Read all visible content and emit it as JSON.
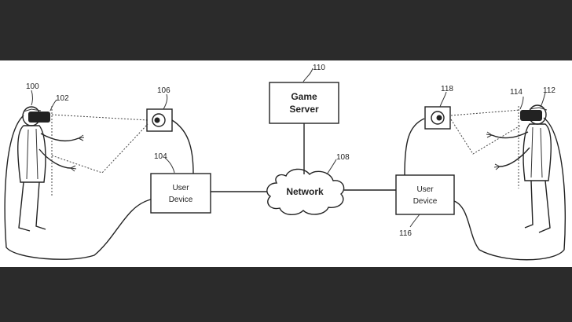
{
  "refs": {
    "user_left": "100",
    "hmd_left": "102",
    "user_device_left": "104",
    "camera_left": "106",
    "network": "108",
    "game_server": "110",
    "user_right": "112",
    "hmd_right": "114",
    "user_device_right": "116",
    "camera_right": "118"
  },
  "boxes": {
    "user_device_left": {
      "line1": "User",
      "line2": "Device"
    },
    "user_device_right": {
      "line1": "User",
      "line2": "Device"
    },
    "game_server": {
      "line1": "Game",
      "line2": "Server"
    },
    "network": "Network"
  },
  "colors": {
    "background": "#2b2b2b",
    "panel": "#ffffff",
    "ink": "#222222"
  }
}
